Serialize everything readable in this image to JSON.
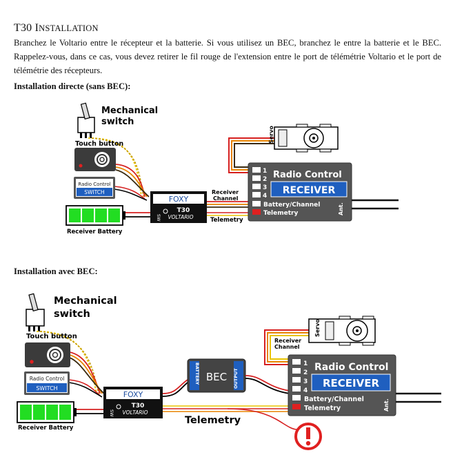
{
  "heading": {
    "prefix": "T30 ",
    "first_letter": "I",
    "rest": "nstallation"
  },
  "intro": "Branchez le Voltario entre le récepteur et la batterie. Si vous utilisez un BEC, branchez le  entre la batterie et le BEC. Rappelez-vous, dans ce cas, vous devez retirer le fil rouge de l'extension entre le port de télémétrie Voltario et le port de télémétrie des récepteurs.",
  "section1": {
    "title": "Installation directe  (sans BEC):"
  },
  "section2": {
    "title": "Installation avec BEC:"
  },
  "diagram": {
    "mech_switch_1": "Mechanical",
    "mech_switch_2": "switch",
    "touch_button": "Touch button",
    "rc_switch_top": "Radio Control",
    "rc_switch_bottom": "SWITCH",
    "battery_label": "Receiver Battery",
    "foxy": "FOXY",
    "sw": "SW",
    "t30": "T30",
    "voltario": "VOLTARIO",
    "receiver_channel": "Receiver",
    "receiver_channel_2": "Channel",
    "telemetry": "Telemetry",
    "servo": "Servo",
    "rc_title": "Radio Control",
    "receiver": "RECEIVER",
    "ch1": "1",
    "ch2": "2",
    "ch3": "3",
    "ch4": "4",
    "battery_channel": "Battery/Channel",
    "telemetry_port": "Telemetry",
    "ant": "Ant.",
    "bec": "BEC",
    "bec_battery": "BATTERY",
    "bec_output": "OUTPUT"
  }
}
